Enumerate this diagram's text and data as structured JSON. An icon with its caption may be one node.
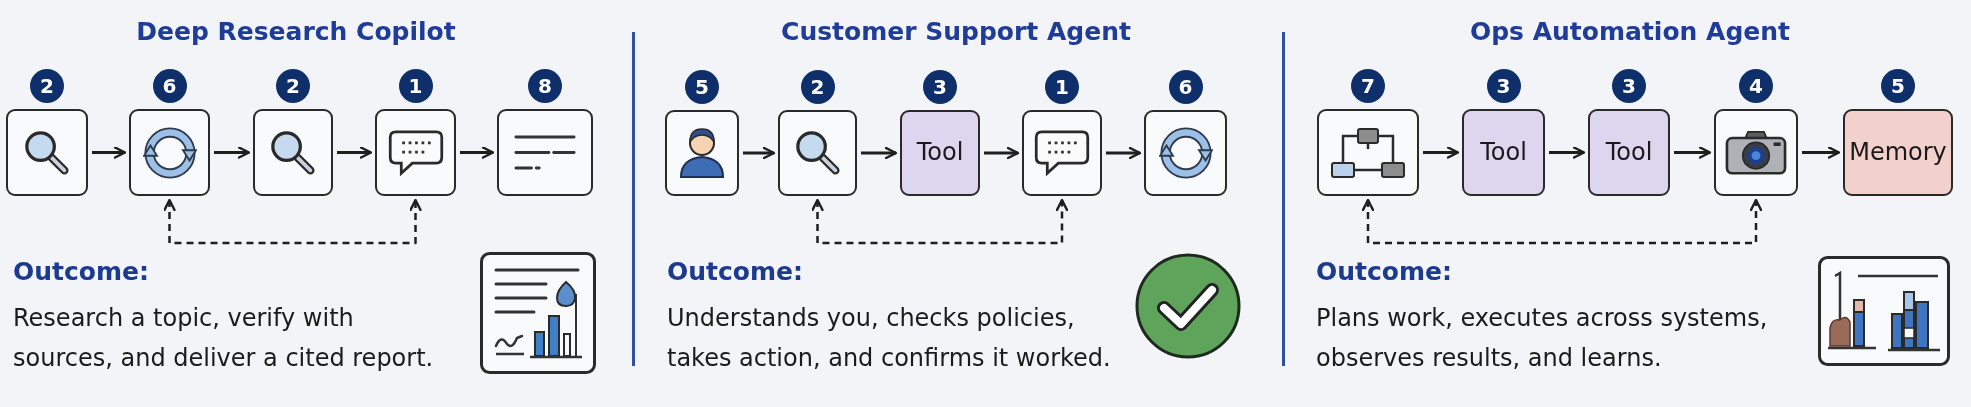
{
  "diagram": {
    "nodes": [
      {
        "text": [],
        "shape": "picture",
        "beside": [
          "2"
        ]
      },
      {
        "text": [],
        "shape": "picture",
        "beside": [
          "6"
        ]
      },
      {
        "text": [],
        "shape": "picture",
        "beside": [
          "2"
        ]
      },
      {
        "text": [],
        "shape": "picture",
        "beside": [
          "1"
        ]
      },
      {
        "text": [],
        "shape": "picture",
        "beside": [
          "8"
        ]
      },
      {
        "text": [],
        "shape": "picture",
        "beside": [
          "5"
        ]
      },
      {
        "text": [],
        "shape": "picture",
        "beside": [
          "2"
        ]
      },
      {
        "text": [
          "Tool"
        ],
        "beside": [
          "3"
        ]
      },
      {
        "text": [],
        "shape": "picture",
        "beside": [
          "1"
        ]
      },
      {
        "text": [],
        "shape": "picture",
        "beside": [
          "6"
        ]
      },
      {
        "text": [],
        "shape": "picture",
        "beside": [
          "7"
        ]
      },
      {
        "text": [
          "Tool"
        ],
        "beside": [
          "3"
        ]
      },
      {
        "text": [
          "Tool"
        ],
        "beside": [
          "3"
        ]
      },
      {
        "text": [],
        "shape": "picture",
        "beside": [
          "4"
        ]
      },
      {
        "text": [
          "Memory"
        ],
        "beside": [
          "5"
        ]
      }
    ],
    "edges": [
      {
        "from": 0,
        "to": 1,
        "arrow": "to"
      },
      {
        "from": 1,
        "to": 2,
        "arrow": "to"
      },
      {
        "from": 2,
        "to": 3,
        "arrow": "to"
      },
      {
        "from": 3,
        "to": 4,
        "arrow": "to"
      },
      {
        "from": 1,
        "to": 3,
        "arrow": "both",
        "style": "dashed"
      },
      {
        "from": 5,
        "to": 6,
        "arrow": "to"
      },
      {
        "from": 6,
        "to": 7,
        "arrow": "to"
      },
      {
        "from": 7,
        "to": 8,
        "arrow": "to"
      },
      {
        "from": 8,
        "to": 9,
        "arrow": "to"
      },
      {
        "from": 6,
        "to": 8,
        "arrow": "both",
        "style": "dashed"
      },
      {
        "from": 10,
        "to": 11,
        "arrow": "to"
      },
      {
        "from": 11,
        "to": 12,
        "arrow": "to"
      },
      {
        "from": 12,
        "to": 13,
        "arrow": "to"
      },
      {
        "from": 13,
        "to": 14,
        "arrow": "to"
      },
      {
        "from": 10,
        "to": 13,
        "arrow": "both",
        "style": "dashed"
      }
    ],
    "labels": [
      "Deep Research Copilot",
      "Outcome:",
      "Research a topic, verify with sources, and deliver a cited report.",
      "Customer Support Agent",
      "Outcome:",
      "Understands you, checks policies, takes action, and confirms it worked.",
      "Ops Automation Agent",
      "Outcome:",
      "Plans work, executes across systems, observes results, and learns."
    ]
  }
}
